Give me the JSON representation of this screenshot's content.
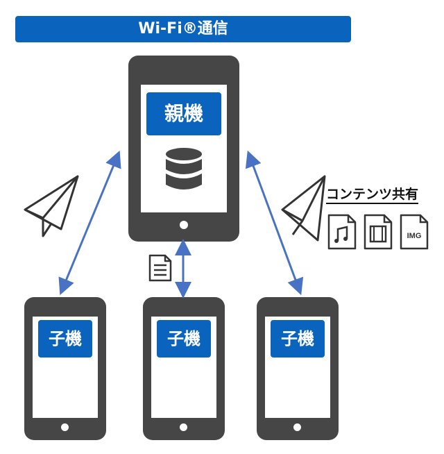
{
  "header": {
    "title": "Wi-Fi®通信"
  },
  "parent_device": {
    "label": "親機",
    "icon": "database-icon"
  },
  "child_devices": [
    {
      "label": "子機"
    },
    {
      "label": "子機"
    },
    {
      "label": "子機"
    }
  ],
  "content_sharing": {
    "title": "コンテンツ共有",
    "file_types": [
      {
        "icon": "music-file-icon"
      },
      {
        "icon": "video-file-icon"
      },
      {
        "icon": "image-file-icon",
        "text": "IMG"
      }
    ]
  },
  "icons": [
    "paper-plane-icon",
    "document-icon",
    "double-arrow-icon"
  ],
  "colors": {
    "accent_blue": "#0a64be",
    "arrow_blue": "#4a72c4",
    "device_gray": "#464646"
  }
}
